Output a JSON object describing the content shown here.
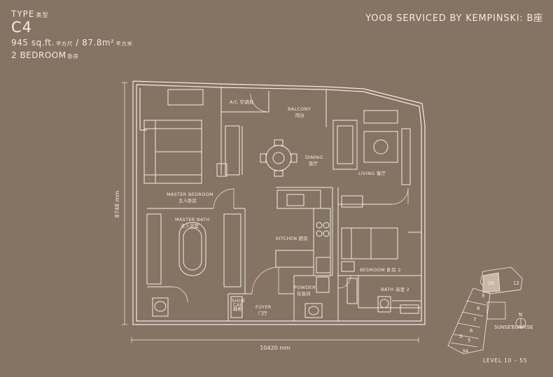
{
  "header": {
    "type_label": "TYPE",
    "type_label_cn": "类型",
    "unit_code": "C4",
    "area_sqft": "945 sq.ft.",
    "area_sqft_cn": "平方尺",
    "area_sqm": "/ 87.8m²",
    "area_sqm_cn": "平方米",
    "bedrooms": "2 BEDROOM",
    "bedrooms_cn": "卧房"
  },
  "brand": "YOO8 SERVICED BY KEMPINSKI: B座",
  "rooms": {
    "ac": "A/C 空调处",
    "balcony": "BALCONY",
    "balcony_cn": "阳台",
    "dining": "DINING",
    "dining_cn": "饭厅",
    "living": "LIVING 客厅",
    "master_bedroom": "MASTER BEDROOM",
    "master_bedroom_cn": "主人卧房",
    "master_bath": "MASTER BATH",
    "master_bath_cn": "主人浴室",
    "kitchen": "KITCHEN 厨房",
    "bedroom2": "BEDROOM 卧房 2",
    "bath2": "BATH 浴室 2",
    "powder": "POWDER",
    "powder_cn": "化妆间",
    "foyer": "FOYER",
    "foyer_cn": "门厅",
    "shoe_cab": "SHOE",
    "shoe_cab2": "CAB",
    "shoe_cab_cn": "鞋柜"
  },
  "dimensions": {
    "width": "10420 mm",
    "height": "8748 mm"
  },
  "key_plan": {
    "units": [
      "10",
      "12",
      "9",
      "8",
      "7",
      "6",
      "5",
      "3A",
      "3"
    ],
    "sunset": "SUNSET",
    "sunrise": "SUNRISE",
    "north": "N",
    "level": "LEVEL 10 – 55",
    "highlight_color": "#c9b8a6"
  }
}
